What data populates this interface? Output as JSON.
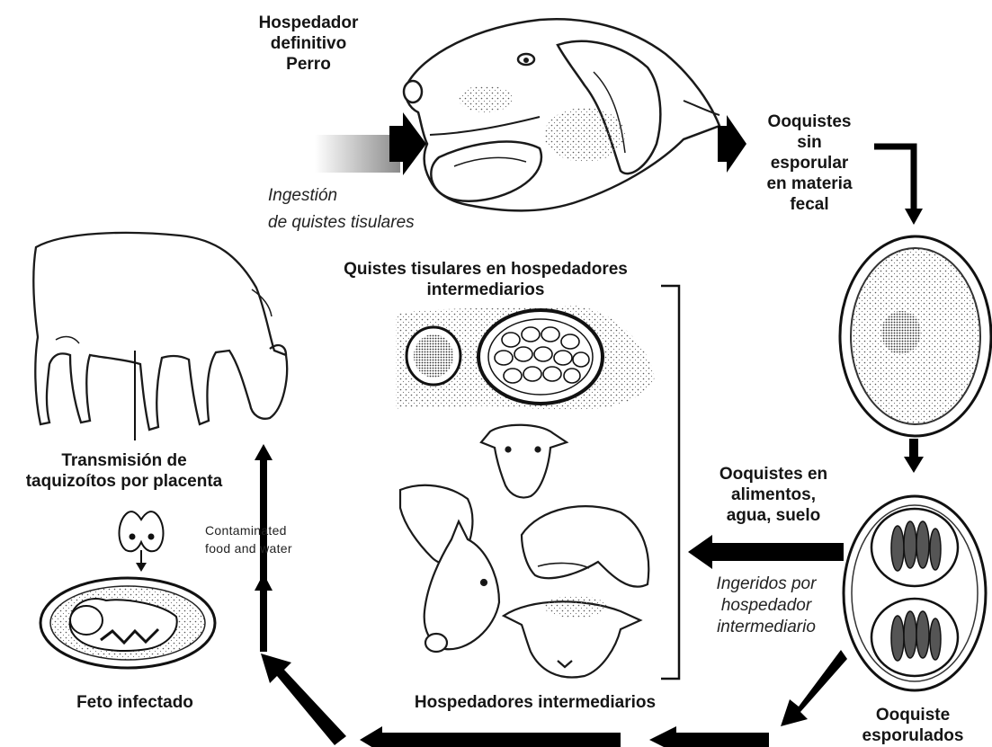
{
  "labels": {
    "definitive_host": [
      "Hospedador",
      "definitivo",
      "Perro"
    ],
    "unsporulated_oocysts": [
      "Ooquistes",
      "sin",
      "esporular",
      "en materia",
      "fecal"
    ],
    "ingestion_tissue_cysts": [
      "Ingestión",
      "de quistes tisulares"
    ],
    "tissue_cysts_title": [
      "Quistes tisulares en hospedadores",
      "intermediarios"
    ],
    "placental_transmission": [
      "Transmisión de",
      "taquizoítos por placenta"
    ],
    "contaminated_food": [
      "Contaminated",
      "food and  water"
    ],
    "oocysts_in_food": [
      "Ooquistes en",
      "alimentos,",
      "agua, suelo"
    ],
    "ingested_by_intermediate": [
      "Ingeridos por",
      "hospedador",
      "intermediario"
    ],
    "infected_fetus": "Feto infectado",
    "intermediate_hosts": "Hospedadores intermediarios",
    "sporulated_oocysts": [
      "Ooquiste",
      "esporulados"
    ]
  },
  "colors": {
    "ink": "#111111",
    "background": "#ffffff",
    "shade": "#9a9a9a"
  }
}
